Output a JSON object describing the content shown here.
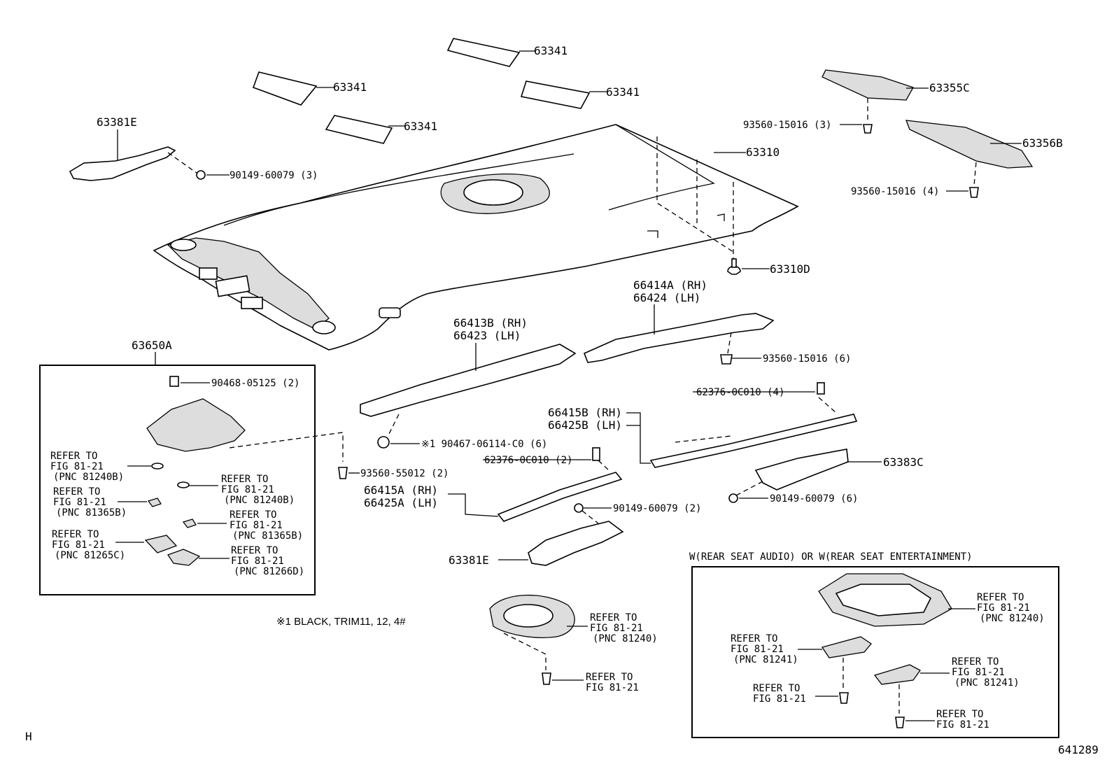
{
  "labels": {
    "pad1": "63341",
    "pad2": "63341",
    "pad3": "63341",
    "pad4": "63341",
    "p63381e_top": "63381E",
    "p90149_top": "90149-60079 (3)",
    "p63310": "63310",
    "p63355c": "63355C",
    "p93560_3": "93560-15016 (3)",
    "p63356b": "63356B",
    "p93560_4": "93560-15016 (4)",
    "p63310d": "63310D",
    "p66414a": "66414A (RH)",
    "p66424": "66424  (LH)",
    "p66413b": "66413B (RH)",
    "p66423": "66423  (LH)",
    "p93560_6": "93560-15016 (6)",
    "p63650a": "63650A",
    "p90468": "90468-05125 (2)",
    "p62376_4": "62376-0C010 (4)",
    "p66415b": "66415B (RH)",
    "p66425b": "66425B (LH)",
    "p90467": "※1 90467-06114-C0 (6)",
    "p93560_55": "93560-55012 (2)",
    "p62376_2": "62376-0C010 (2)",
    "p63383c": "63383C",
    "p66415a": "66415A (RH)",
    "p66425a": "66425A (LH)",
    "p90149_2": "90149-60079 (2)",
    "p90149_6": "90149-60079 (6)",
    "p63381e_bot": "63381E"
  },
  "refer": {
    "r1": [
      "REFER TO",
      "FIG 81-21",
      "(PNC 81240B)"
    ],
    "r2": [
      "REFER TO",
      "FIG 81-21",
      "(PNC 81240B)"
    ],
    "r3": [
      "REFER TO",
      "FIG 81-21",
      "(PNC 81365B)"
    ],
    "r4": [
      "REFER TO",
      "FIG 81-21",
      "(PNC 81365B)"
    ],
    "r5": [
      "REFER TO",
      "FIG 81-21",
      "(PNC 81265C)"
    ],
    "r6": [
      "REFER TO",
      "FIG 81-21",
      "(PNC 81266D)"
    ],
    "r7": [
      "REFER TO",
      "FIG 81-21",
      "(PNC 81240)"
    ],
    "r8": [
      "REFER TO",
      "FIG 81-21"
    ],
    "r9": [
      "REFER TO",
      "FIG 81-21",
      "(PNC 81240)"
    ],
    "r10": [
      "REFER TO",
      "FIG 81-21",
      "(PNC 81241)"
    ],
    "r11": [
      "REFER TO",
      "FIG 81-21",
      "(PNC 81241)"
    ],
    "r12": [
      "REFER TO",
      "FIG 81-21"
    ],
    "r13": [
      "REFER TO",
      "FIG 81-21"
    ]
  },
  "footnote": "※1   BLACK, TRIM11, 12, 4#",
  "inset_title": "W(REAR SEAT AUDIO)  OR W(REAR SEAT ENTERTAINMENT)",
  "corner_letter": "H",
  "figure_number": "641289"
}
